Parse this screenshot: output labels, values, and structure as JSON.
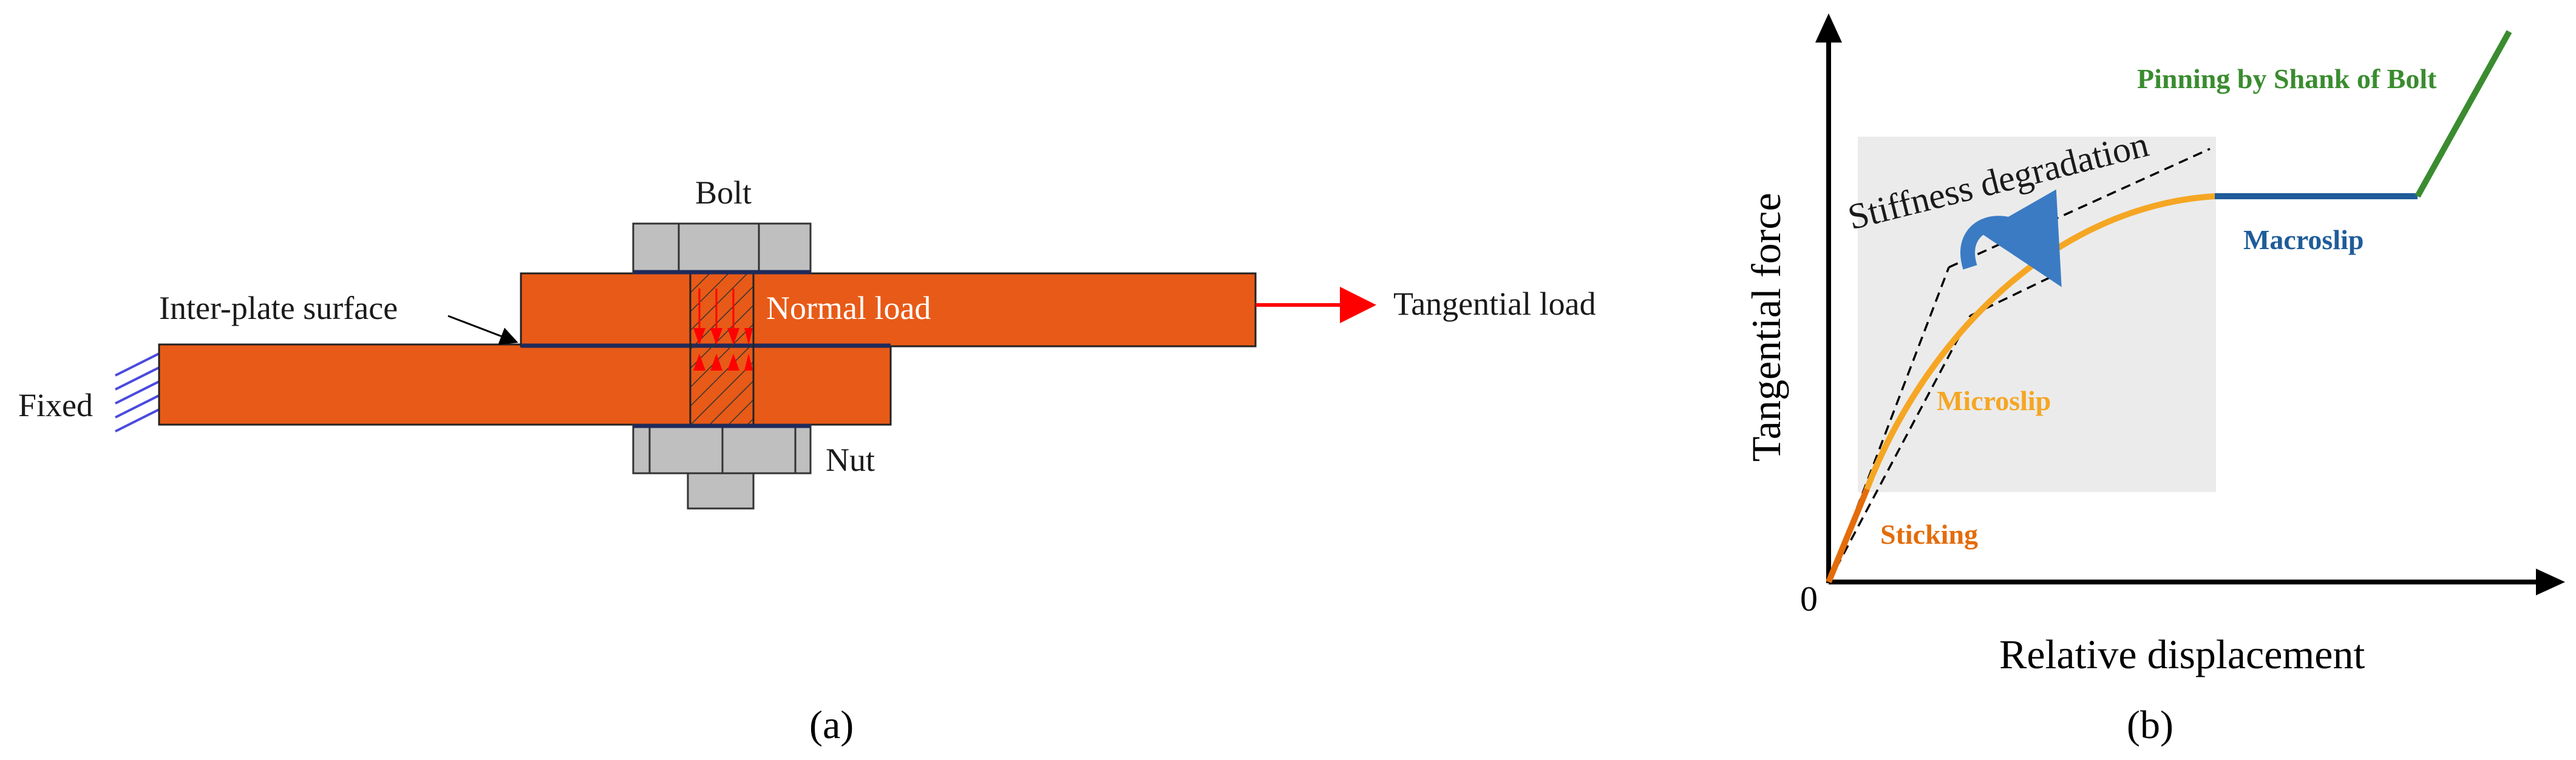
{
  "figure_a": {
    "caption": "(a)",
    "labels": {
      "bolt": "Bolt",
      "nut": "Nut",
      "fixed": "Fixed",
      "inter_plate_surface": "Inter-plate surface",
      "normal_load": "Normal load",
      "tangential_load": "Tangential load"
    },
    "colors": {
      "plate": "#E85A17",
      "bolt": "#BFBFBF",
      "interface_line": "#1F2A5A",
      "load_arrow": "#FF0000",
      "fixed_hatch": "#4A4ADE"
    }
  },
  "figure_b": {
    "caption": "(b)",
    "axis": {
      "x_label": "Relative displacement",
      "y_label": "Tangential force",
      "origin_label": "0"
    },
    "annotations": {
      "stiffness_degradation": "Stiffness degradation"
    },
    "regions": [
      {
        "name": "Sticking",
        "color": "#E46C0A"
      },
      {
        "name": "Microslip",
        "color": "#F5A623"
      },
      {
        "name": "Macroslip",
        "color": "#1F5C99"
      },
      {
        "name": "Pinning by Shank of Bolt",
        "color": "#3A8C2F"
      }
    ],
    "colors": {
      "shaded_region": "#EBEBEB",
      "curved_arrow": "#3B7BC4"
    }
  }
}
